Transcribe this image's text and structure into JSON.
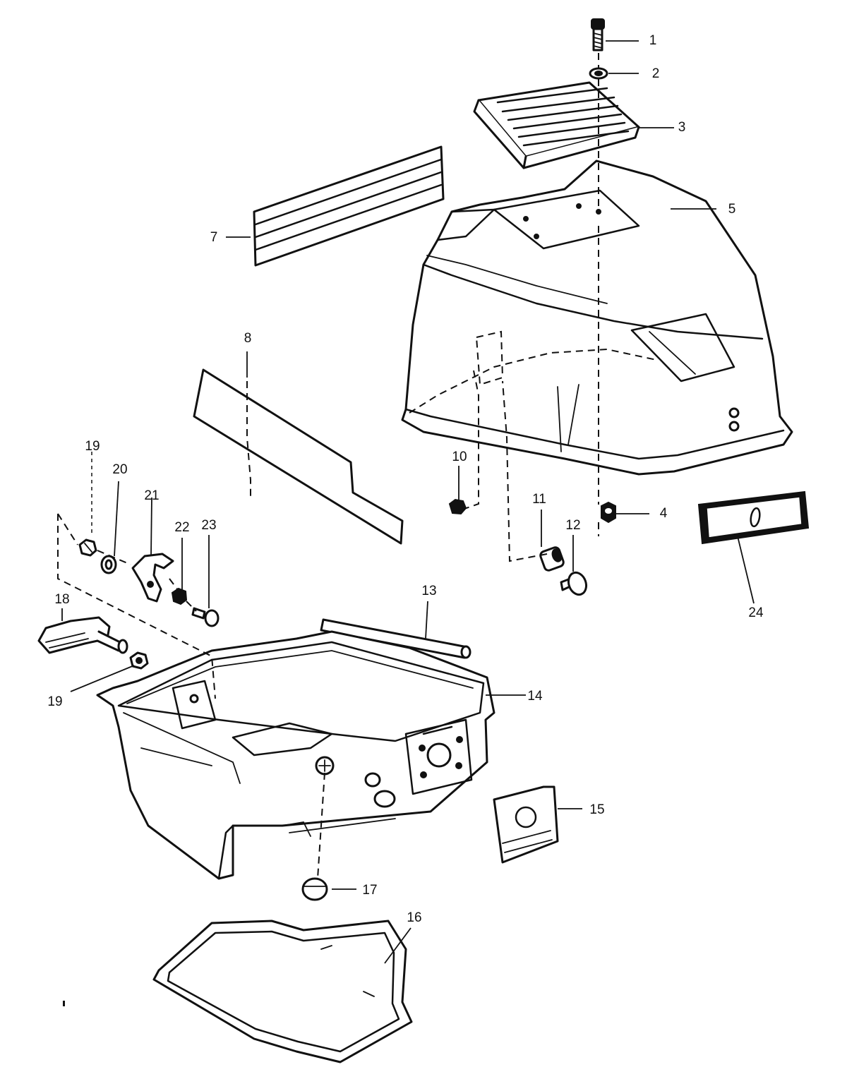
{
  "diagram": {
    "callouts": [
      {
        "id": "c1",
        "label": "1"
      },
      {
        "id": "c2",
        "label": "2"
      },
      {
        "id": "c3",
        "label": "3"
      },
      {
        "id": "c4",
        "label": "4"
      },
      {
        "id": "c5",
        "label": "5"
      },
      {
        "id": "c7",
        "label": "7"
      },
      {
        "id": "c8",
        "label": "8"
      },
      {
        "id": "c10",
        "label": "10"
      },
      {
        "id": "c11",
        "label": "11"
      },
      {
        "id": "c12",
        "label": "12"
      },
      {
        "id": "c13",
        "label": "13"
      },
      {
        "id": "c14",
        "label": "14"
      },
      {
        "id": "c15",
        "label": "15"
      },
      {
        "id": "c16",
        "label": "16"
      },
      {
        "id": "c17",
        "label": "17"
      },
      {
        "id": "c18",
        "label": "18"
      },
      {
        "id": "c19a",
        "label": "19"
      },
      {
        "id": "c19b",
        "label": "19"
      },
      {
        "id": "c20",
        "label": "20"
      },
      {
        "id": "c21",
        "label": "21"
      },
      {
        "id": "c22",
        "label": "22"
      },
      {
        "id": "c23",
        "label": "23"
      },
      {
        "id": "c24",
        "label": "24"
      }
    ]
  }
}
